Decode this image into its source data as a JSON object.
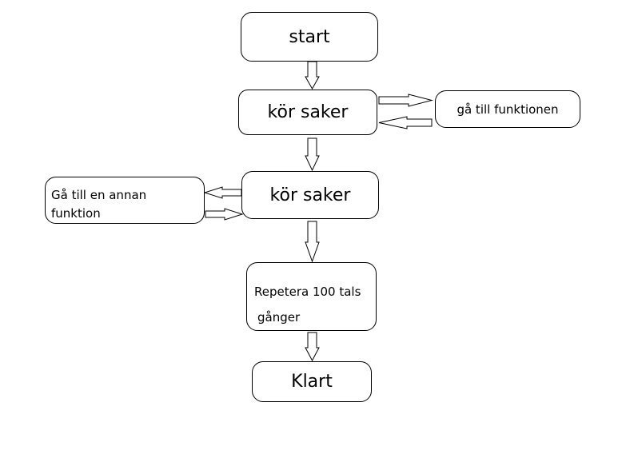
{
  "nodes": {
    "start": "start",
    "step1": "kör saker",
    "side1": "gå till funktionen",
    "step2": "kör saker",
    "side2_line1": "Gå till en annan",
    "side2_line2": "funktion",
    "repeat_line1": "Repetera 100 tals",
    "repeat_line2": "gånger",
    "end": "Klart"
  }
}
